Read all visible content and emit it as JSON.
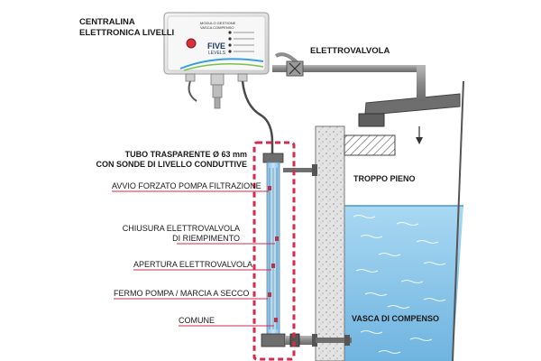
{
  "controller": {
    "title_line1": "CENTRALINA",
    "title_line2": "ELETTRONICA LIVELLI",
    "panel_text_1": "MODULO GESTIONE",
    "panel_text_2": "VASCA COMPENSO",
    "brand_big": "FIVE",
    "brand_small": "LEVELS"
  },
  "valve": {
    "label": "ELETTROVALVOLA"
  },
  "tube": {
    "label_line1": "TUBO  TRASPARENTE Ø 63 mm",
    "label_line2": "CON SONDE DI LIVELLO CONDUTTIVE"
  },
  "levels": [
    {
      "line1": "AVVIO FORZATO POMPA FILTRAZIONE",
      "line2": ""
    },
    {
      "line1": "CHIUSURA ELETTROVALVOLA",
      "line2": "DI RIEMPIMENTO"
    },
    {
      "line1": "APERTURA ELETTROVALVOLA",
      "line2": ""
    },
    {
      "line1": "FERMO POMPA / MARCIA A SECCO",
      "line2": ""
    },
    {
      "line1": "COMUNE",
      "line2": ""
    }
  ],
  "tank": {
    "overflow_label": "TROPPO PIENO",
    "tank_label": "VASCA DI COMPENSO"
  },
  "colors": {
    "accent_red": "#d42a52",
    "water": "#8ec8ea",
    "water_dark": "#5ea6d6",
    "concrete": "#dcdcdc",
    "pipe": "#8a8a8a"
  }
}
